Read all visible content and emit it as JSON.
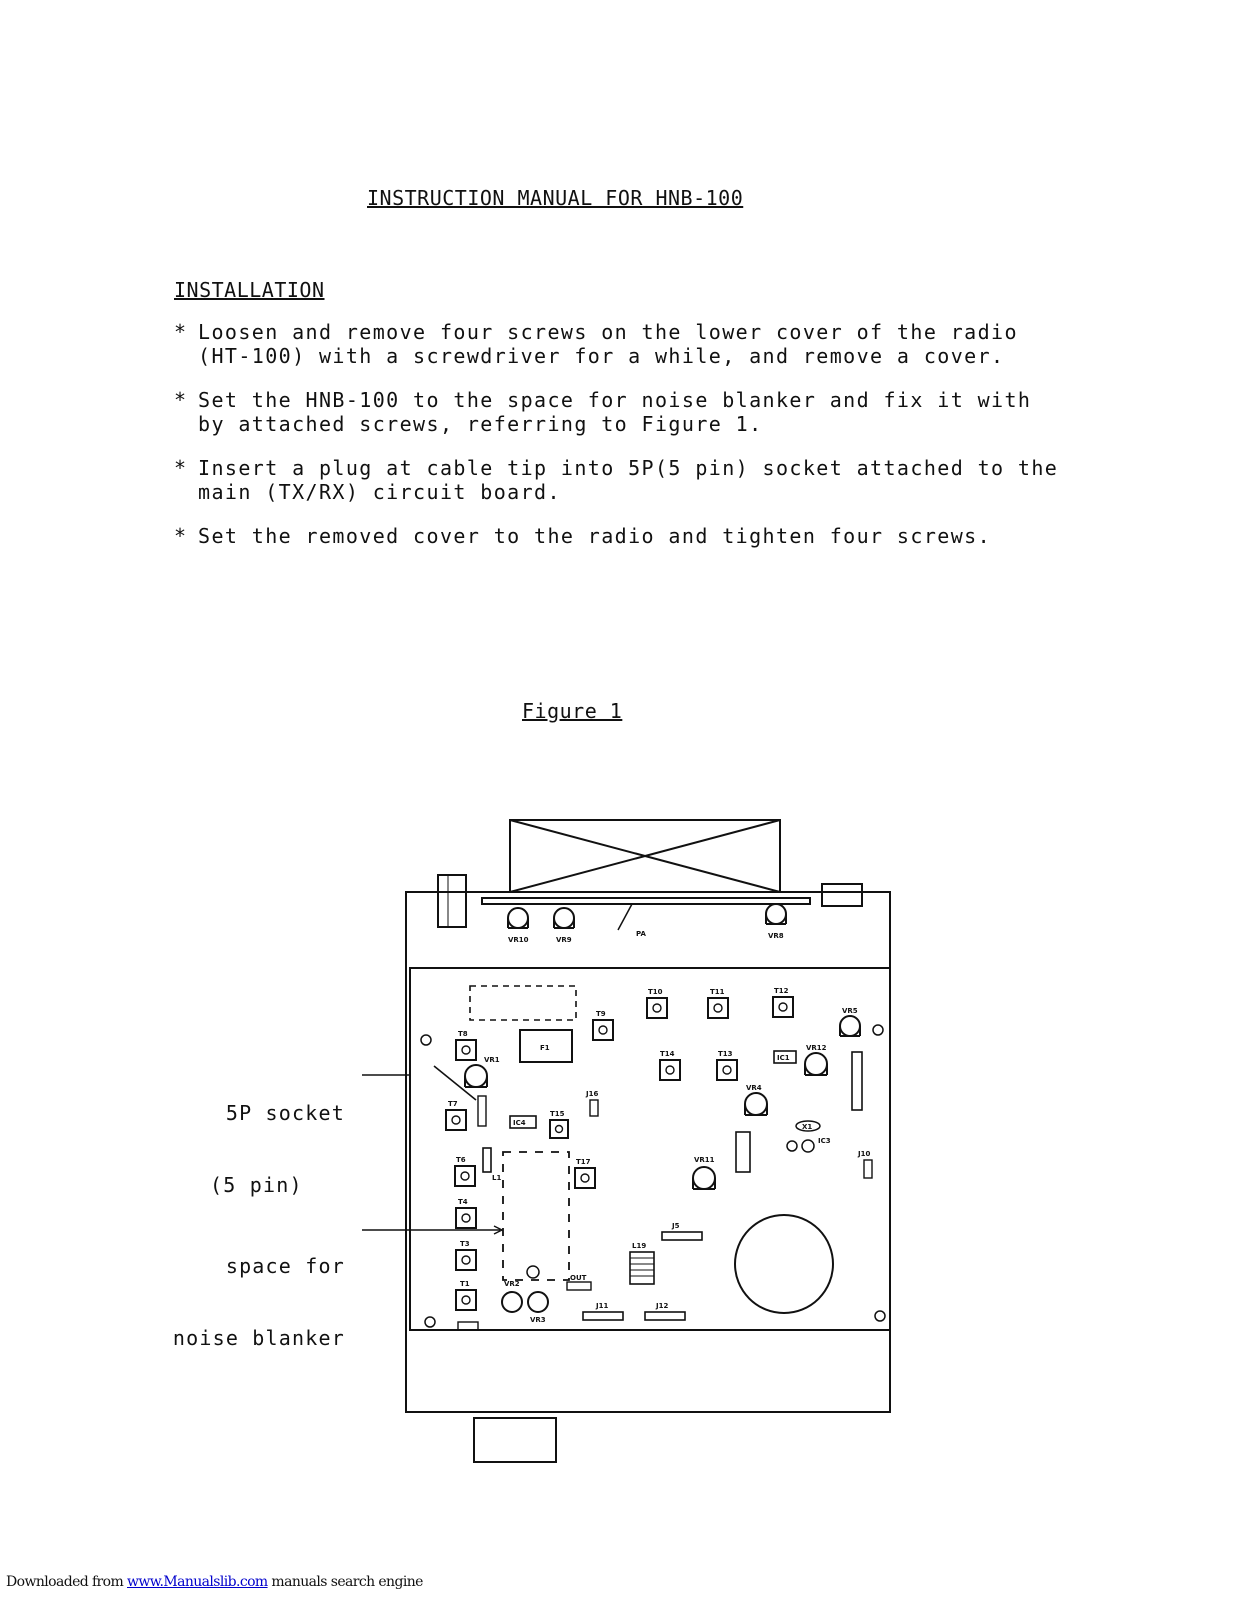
{
  "document": {
    "title": "INSTRUCTION MANUAL FOR HNB-100",
    "section_heading": "INSTALLATION",
    "steps": [
      {
        "bullet": "*",
        "text": "Loosen and remove four screws on the lower cover of the radio\n(HT-100) with a screwdriver for a while, and remove a cover."
      },
      {
        "bullet": "*",
        "text": "Set the HNB-100 to the space for noise blanker and fix it with\nby attached screws, referring to Figure 1."
      },
      {
        "bullet": "*",
        "text": "Insert a plug at cable tip into 5P(5 pin) socket attached to the\nmain (TX/RX) circuit board."
      },
      {
        "bullet": "*",
        "text": "Set the removed cover to the radio and tighten four screws."
      }
    ],
    "figure_caption": "Figure 1"
  },
  "figure": {
    "callouts": {
      "socket_line1": "5P socket",
      "socket_line2": "(5 pin)",
      "space_line1": "space for",
      "space_line2": "noise blanker"
    },
    "labels": {
      "vr10": "VR10",
      "vr9": "VR9",
      "pa": "PA",
      "vr8": "VR8",
      "t10": "T10",
      "t11": "T11",
      "t12": "T12",
      "t9": "T9",
      "f1": "F1",
      "vr5": "VR5",
      "t8": "T8",
      "vr1": "VR1",
      "t14": "T14",
      "t13": "T13",
      "ic1": "IC1",
      "vr12": "VR12",
      "t7": "T7",
      "ic4": "IC4",
      "t15": "T15",
      "j16": "J16",
      "vr4": "VR4",
      "x1": "X1",
      "ic3": "IC3",
      "t6": "T6",
      "l1": "L1",
      "t17": "T17",
      "vr11": "VR11",
      "j10": "J10",
      "t4": "T4",
      "t3": "T3",
      "j5": "J5",
      "l19": "L19",
      "t1": "T1",
      "vr2": "VR2",
      "vr3": "VR3",
      "out": "OUT",
      "j11": "J11",
      "j12": "J12"
    }
  },
  "footer": {
    "prefix": "Downloaded from ",
    "link": "www.Manualslib.com",
    "suffix": " manuals search engine"
  }
}
